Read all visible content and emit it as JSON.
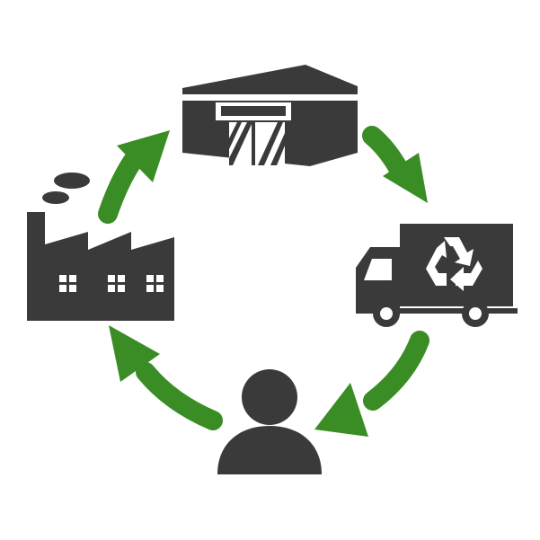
{
  "diagram": {
    "type": "cycle",
    "nodes": [
      {
        "id": "store",
        "icon": "store-icon"
      },
      {
        "id": "truck",
        "icon": "recycling-truck-icon"
      },
      {
        "id": "consumer",
        "icon": "person-icon"
      },
      {
        "id": "factory",
        "icon": "factory-icon"
      }
    ],
    "edges": [
      {
        "from": "store",
        "to": "truck"
      },
      {
        "from": "truck",
        "to": "consumer"
      },
      {
        "from": "consumer",
        "to": "factory"
      },
      {
        "from": "factory",
        "to": "store"
      }
    ]
  },
  "colors": {
    "icon": "#3a3a3a",
    "arrow": "#3a8c25",
    "background": "#ffffff",
    "knockout": "#ffffff"
  }
}
